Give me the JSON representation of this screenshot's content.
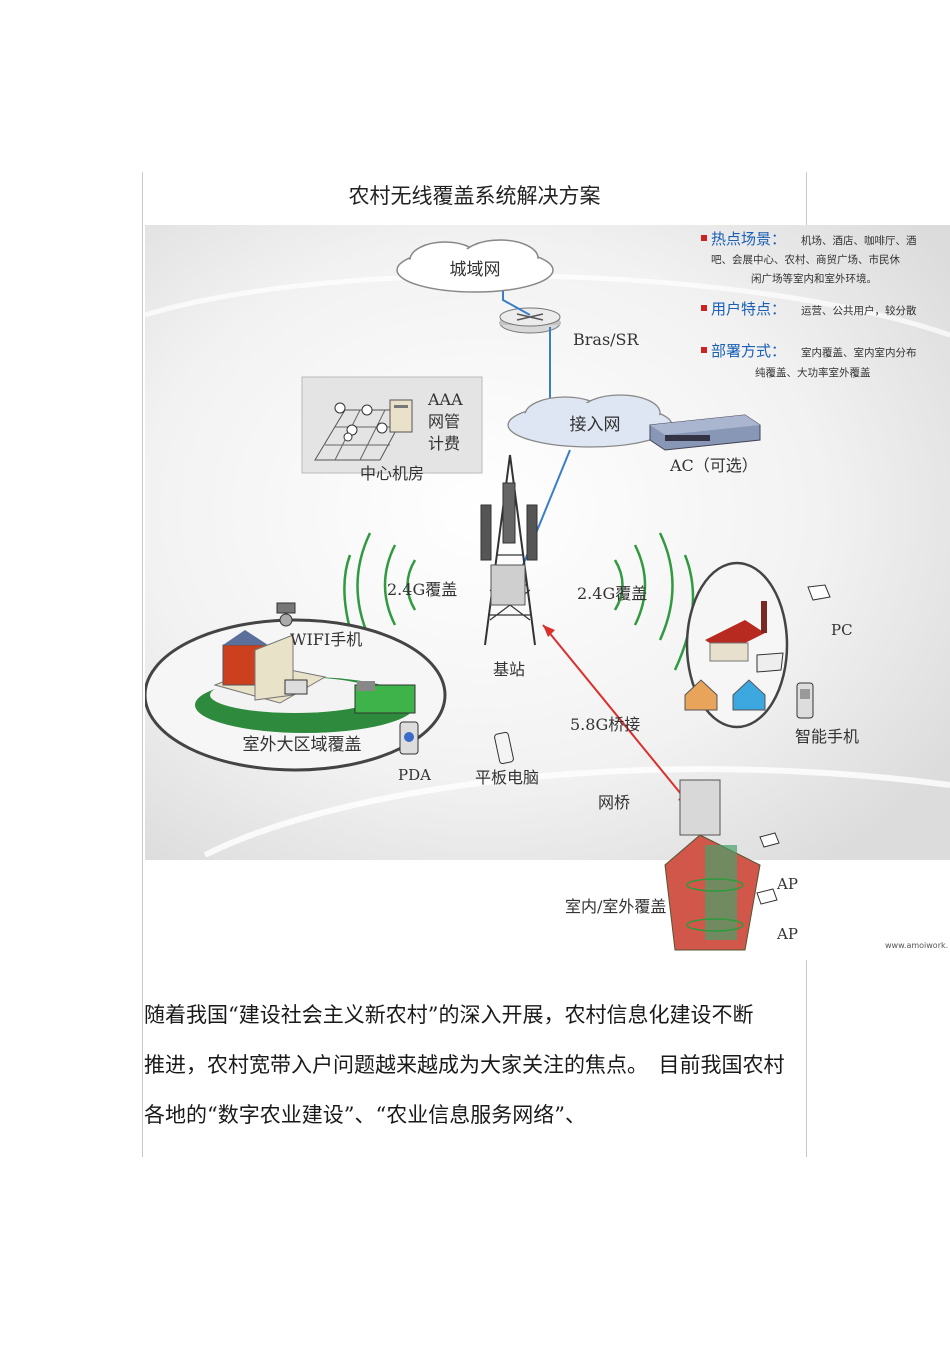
{
  "title": "农村无线覆盖系统解决方案",
  "diagram": {
    "city_network": "城域网",
    "bras": "Bras/SR",
    "aaa": "AAA",
    "nms": "网管",
    "billing": "计费",
    "center_room": "中心机房",
    "access_network": "接入网",
    "ac": "AC（可选）",
    "coverage_24_left": "2.4G覆盖",
    "coverage_24_right": "2.4G覆盖",
    "base_station": "基站",
    "wifi_phone": "WIFI手机",
    "outdoor_area": "室外大区域覆盖",
    "pda": "PDA",
    "tablet": "平板电脑",
    "bridge_58": "5.8G桥接",
    "net_bridge": "网桥",
    "pc": "PC",
    "smartphone": "智能手机",
    "indoor_outdoor": "室内/室外覆盖",
    "ap1": "AP",
    "ap2": "AP",
    "footer_url": "www.amoiwork.",
    "side_panel": {
      "hot_title": "热点场景：",
      "hot_line1": "机场、酒店、咖啡厅、酒",
      "hot_line2": "吧、会展中心、农村、商贸广场、市民休",
      "hot_line3": "闲广场等室内和室外环境。",
      "user_title": "用户特点：",
      "user_text": "运营、公共用户，较分散",
      "deploy_title": "部署方式：",
      "deploy_line1": "室内覆盖、室内室内分布",
      "deploy_line2": "纯覆盖、大功率室外覆盖"
    }
  },
  "paragraph": {
    "line1": "随着我国“建设社会主义新农村”的深入开展，农村信息化建设不断",
    "line2": "推进，农村宽带入户问题越来越成为大家关注的焦点。　目前我国农村",
    "line3": "各地的“数字农业建设”、“农业信息服务网络”、"
  },
  "colors": {
    "wave": "#2f9a3e",
    "bridge_arrow": "#d9302c",
    "link": "#3a7ec8",
    "bullet": "#cc2222",
    "side_title": "#1a5fb4"
  }
}
